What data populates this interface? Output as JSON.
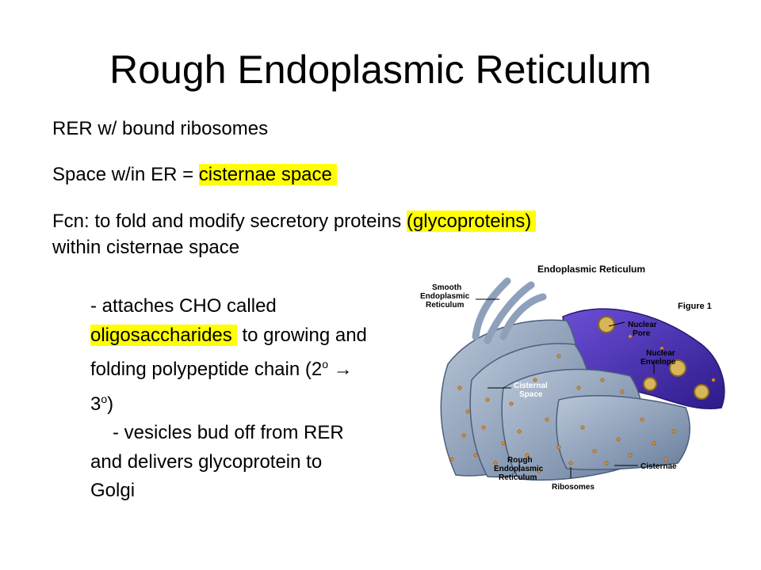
{
  "slide": {
    "title": "Rough Endoplasmic Reticulum",
    "line1": "RER w/ bound ribosomes",
    "line2_prefix": "Space w/in ER = ",
    "line2_highlight": "cisternae space",
    "line3_prefix": "Fcn: to fold and modify secretory proteins ",
    "line3_highlight": "(glycoproteins)",
    "line4": "within cisternae space",
    "bullet1_a": "- attaches CHO called",
    "bullet1_highlight": "oligosaccharides",
    "bullet1_b": " to growing and folding polypeptide chain (2",
    "sup1": "o",
    "arrow": " → ",
    "bullet1_c": "3",
    "sup2": "o",
    "bullet1_d": ")",
    "bullet2": "- vesicles bud off from RER and delivers glycoprotein to Golgi",
    "highlight_color": "#ffff00"
  },
  "figure": {
    "title": "Endoplasmic Reticulum",
    "figure_label": "Figure 1",
    "label_smooth_1": "Smooth",
    "label_smooth_2": "Endoplasmic",
    "label_smooth_3": "Reticulum",
    "label_pore_1": "Nuclear",
    "label_pore_2": "Pore",
    "label_env_1": "Nuclear",
    "label_env_2": "Envelope",
    "label_cist_1": "Cisternal",
    "label_cist_2": "Space",
    "label_rough_1": "Rough",
    "label_rough_2": "Endoplasmic",
    "label_rough_3": "Reticulum",
    "label_cisternae": "Cisternae",
    "label_ribosomes": "Ribosomes"
  }
}
